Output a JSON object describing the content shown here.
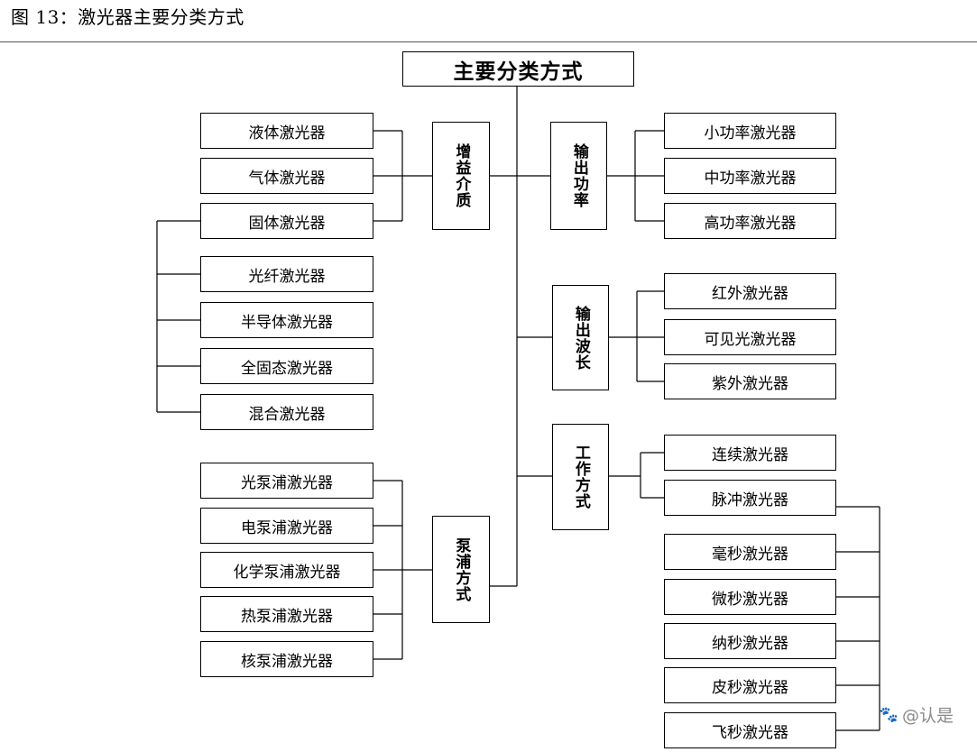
{
  "caption": "图 13：激光器主要分类方式",
  "root": "主要分类方式",
  "categories": {
    "gain_medium": "增益介质",
    "output_power": "输出功率",
    "output_wavelength": "输出波长",
    "operation_mode": "工作方式",
    "pumping": "泵浦方式"
  },
  "gain_medium_items": [
    "液体激光器",
    "气体激光器",
    "固体激光器"
  ],
  "solid_sub_items": [
    "光纤激光器",
    "半导体激光器",
    "全固态激光器",
    "混合激光器"
  ],
  "pumping_items": [
    "光泵浦激光器",
    "电泵浦激光器",
    "化学泵浦激光器",
    "热泵浦激光器",
    "核泵浦激光器"
  ],
  "power_items": [
    "小功率激光器",
    "中功率激光器",
    "高功率激光器"
  ],
  "wavelength_items": [
    "红外激光器",
    "可见光激光器",
    "紫外激光器"
  ],
  "mode_items": [
    "连续激光器",
    "脉冲激光器"
  ],
  "pulse_sub_items": [
    "毫秒激光器",
    "微秒激光器",
    "纳秒激光器",
    "皮秒激光器",
    "飞秒激光器"
  ],
  "watermark": {
    "icon": "paw-icon",
    "text": "@认是"
  }
}
